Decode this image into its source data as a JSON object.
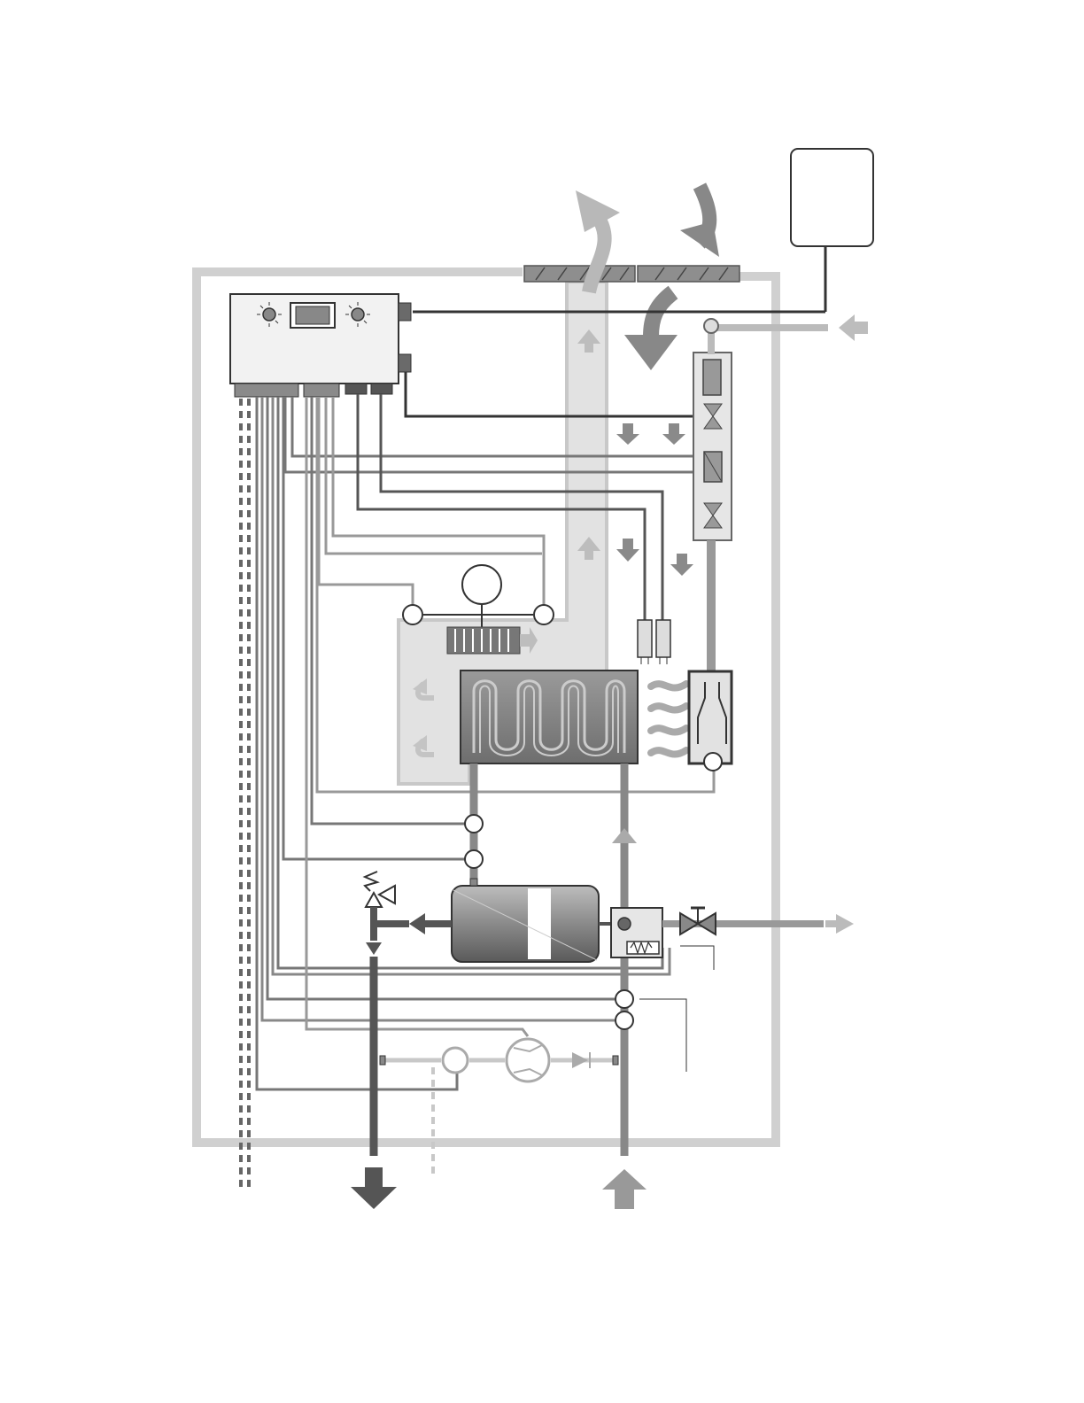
{
  "diagram": {
    "type": "heating-boiler-schematic",
    "labels": [],
    "components": [
      "room-thermostat",
      "control-unit",
      "flue-terminal",
      "gas-valve-assembly",
      "fan",
      "heat-exchanger",
      "burner",
      "expansion-vessel",
      "pressure-relief-valve",
      "pump",
      "diverter-valve",
      "cold-water-inlet-valve"
    ],
    "flows": [
      "flue-gas-out",
      "combustion-air-in",
      "gas-in",
      "hot-water-out",
      "heating-flow-out",
      "heating-return-in"
    ]
  },
  "colors": {
    "dark": "#555555",
    "mid": "#888888",
    "light": "#c8c8c8",
    "panel": "#f0f0f0",
    "outline": "#333333"
  }
}
